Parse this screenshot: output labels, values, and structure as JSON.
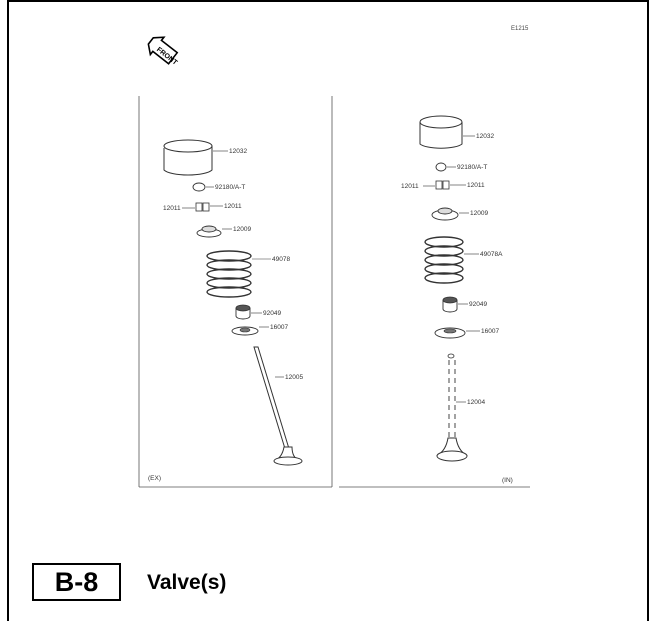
{
  "page": {
    "section_code": "B-8",
    "section_title": "Valve(s)"
  },
  "diagram": {
    "figure_code": "E1215",
    "front_marker": "FRONT",
    "ex_panel": {
      "tag": "(EX)",
      "labels": {
        "tappet": "12032",
        "shim": "92180/A-T",
        "key_left": "12011",
        "key_right": "12011",
        "retainer": "12009",
        "spring": "49078",
        "seal": "92049",
        "seat": "16007",
        "valve": "12005"
      }
    },
    "in_panel": {
      "tag": "(IN)",
      "labels": {
        "tappet": "12032",
        "shim": "92180/A-T",
        "key_left": "12011",
        "key_right": "12011",
        "retainer": "12009",
        "spring": "49078A",
        "seal": "92049",
        "seat": "16007",
        "valve": "12004"
      }
    }
  }
}
